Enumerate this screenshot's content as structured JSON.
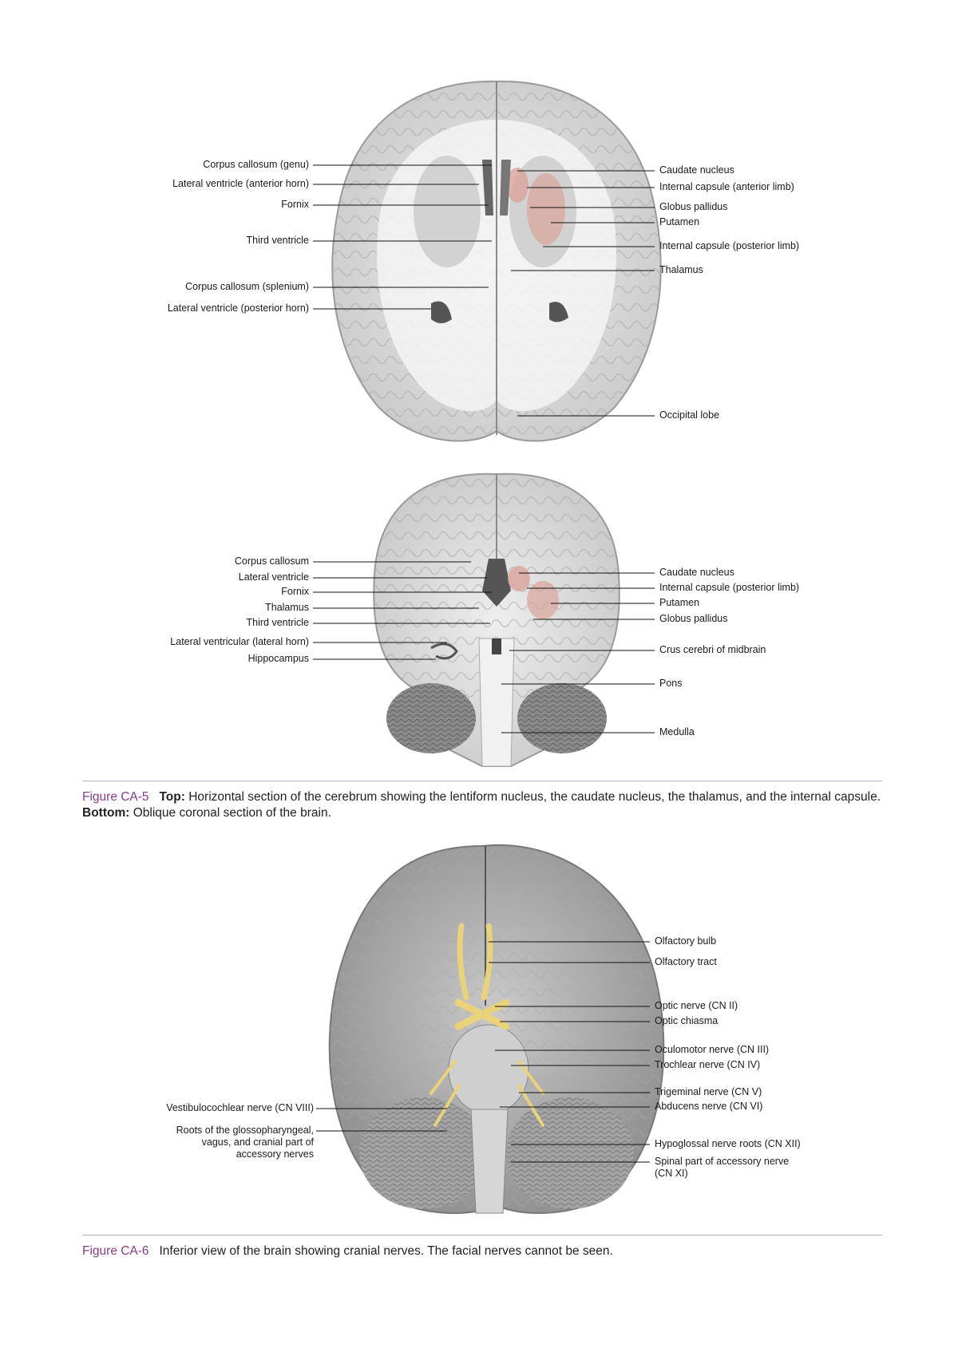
{
  "figures": {
    "top_section": {
      "left_labels": [
        "Corpus callosum (genu)",
        "Lateral ventricle (anterior horn)",
        "Fornix",
        "Third ventricle",
        "Corpus callosum (splenium)",
        "Lateral ventricle (posterior horn)"
      ],
      "right_labels": [
        "Caudate nucleus",
        "Internal capsule (anterior limb)",
        "Globus pallidus",
        "Putamen",
        "Internal capsule (posterior limb)",
        "Thalamus",
        "Occipital lobe"
      ]
    },
    "middle_section": {
      "left_labels": [
        "Corpus callosum",
        "Lateral ventricle",
        "Fornix",
        "Thalamus",
        "Third ventricle",
        "Lateral ventricular (lateral horn)",
        "Hippocampus"
      ],
      "right_labels": [
        "Caudate nucleus",
        "Internal capsule (posterior limb)",
        "Putamen",
        "Globus pallidus",
        "Crus cerebri of midbrain",
        "Pons",
        "Medulla"
      ]
    },
    "inferior_view": {
      "left_labels": [
        "Vestibulocochlear nerve (CN VIII)",
        "Roots of the glossopharyngeal,",
        "vagus, and cranial part of",
        "accessory nerves"
      ],
      "right_labels": [
        "Olfactory bulb",
        "Olfactory tract",
        "Optic nerve (CN II)",
        "Optic chiasma",
        "Oculomotor nerve (CN III)",
        "Trochlear nerve (CN IV)",
        "Trigeminal nerve (CN V)",
        "Abducens nerve (CN VI)",
        "Hypoglossal nerve roots (CN XII)",
        "Spinal part of accessory nerve",
        "(CN XI)"
      ]
    }
  },
  "captions": {
    "ca5": {
      "fig_label": "Figure CA-5",
      "top_label": "Top:",
      "top_text": "Horizontal section of the cerebrum showing the lentiform nucleus, the caudate nucleus, the thalamus, and the internal capsule.",
      "bottom_label": "Bottom:",
      "bottom_text": "Oblique coronal section of the brain."
    },
    "ca6": {
      "fig_label": "Figure CA-6",
      "text": "Inferior view of the brain showing cranial nerves. The facial nerves cannot be seen."
    }
  },
  "colors": {
    "accent": "#8a3a8c",
    "rule": "#b8b0c8",
    "nucleus_tint": "#d9a49a",
    "nerve_yellow": "#e8d27a"
  }
}
